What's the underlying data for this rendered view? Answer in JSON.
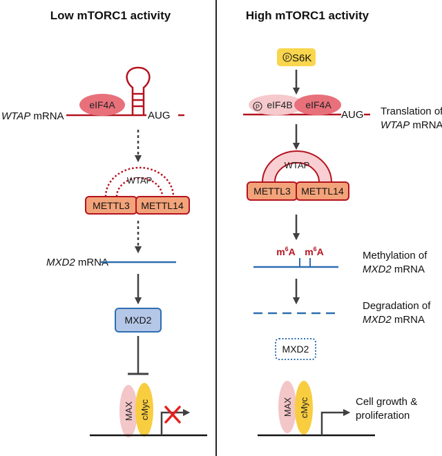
{
  "colors": {
    "mrna_red": "#b4121e",
    "mrna_blue": "#2e6db0",
    "eif_fill": "#e8707a",
    "eif_light": "#f6c9cc",
    "wtap_fill": "#f8cfd2",
    "mettl_fill": "#f3a37a",
    "mettl_stroke": "#b4121e",
    "s6k_fill": "#f9d64d",
    "mxd2_fill": "#b4c7e7",
    "mxd2_stroke": "#2e6db0",
    "max_fill": "#f3c6c8",
    "cmyc_fill": "#f8cd40",
    "arrow_gray": "#404040",
    "x_red": "#e5211e"
  },
  "left": {
    "title": "Low mTORC1 activity",
    "wtap_mrna_gene": "WTAP",
    "wtap_mrna_suffix": " mRNA",
    "eif4a": "eIF4A",
    "aug": "AUG",
    "wtap": "WTAP",
    "mettl3": "METTL3",
    "mettl14": "METTL14",
    "mxd2_mrna_gene": "MXD2",
    "mxd2_mrna_suffix": " mRNA",
    "mxd2_protein": "MXD2",
    "max": "MAX",
    "cmyc": "cMyc"
  },
  "right": {
    "title": "High mTORC1 activity",
    "phospho": "P",
    "s6k": "S6K",
    "eif4b": "eIF4B",
    "eif4a": "eIF4A",
    "aug": "AUG",
    "translation_line1": "Translation of",
    "translation_gene": "WTAP",
    "translation_suffix": " mRNA",
    "wtap": "WTAP",
    "mettl3": "METTL3",
    "mettl14": "METTL14",
    "m6a_m": "m",
    "m6a_sup": "6",
    "m6a_a": "A",
    "methylation_line1": "Methylation of",
    "methylation_gene": "MXD2",
    "methylation_suffix": " mRNA",
    "degradation_line1": "Degradation of",
    "degradation_gene": "MXD2",
    "degradation_suffix": " mRNA",
    "mxd2_protein": "MXD2",
    "max": "MAX",
    "cmyc": "cMyc",
    "growth_line1": "Cell growth &",
    "growth_line2": "proliferation"
  }
}
